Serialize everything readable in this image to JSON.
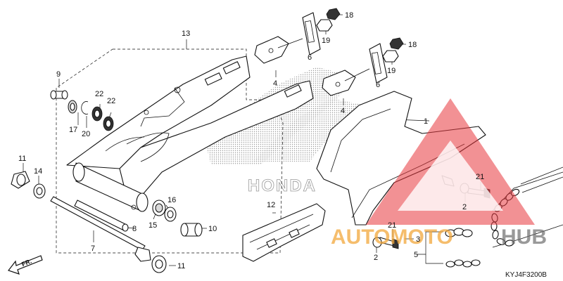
{
  "diagram_code": "KYJ4F3200B",
  "front_marker": "FR.",
  "honda_logo_text": "HONDA",
  "watermark": {
    "text_left": "AUTOMOTO",
    "text_right": "HUB",
    "color_primary": "#e8373c",
    "color_secondary": "#f2a83b"
  },
  "callouts": {
    "c1": "1",
    "c2a": "2",
    "c2b": "2",
    "c3": "3",
    "c4a": "4",
    "c4b": "4",
    "c5": "5",
    "c6a": "6",
    "c6b": "6",
    "c7": "7",
    "c8": "8",
    "c9": "9",
    "c10": "10",
    "c11a": "11",
    "c11b": "11",
    "c12": "12",
    "c13": "13",
    "c14": "14",
    "c15": "15",
    "c16": "16",
    "c17": "17",
    "c18a": "18",
    "c18b": "18",
    "c19a": "19",
    "c19b": "19",
    "c20": "20",
    "c21a": "21",
    "c21b": "21",
    "c22a": "22",
    "c22b": "22"
  }
}
